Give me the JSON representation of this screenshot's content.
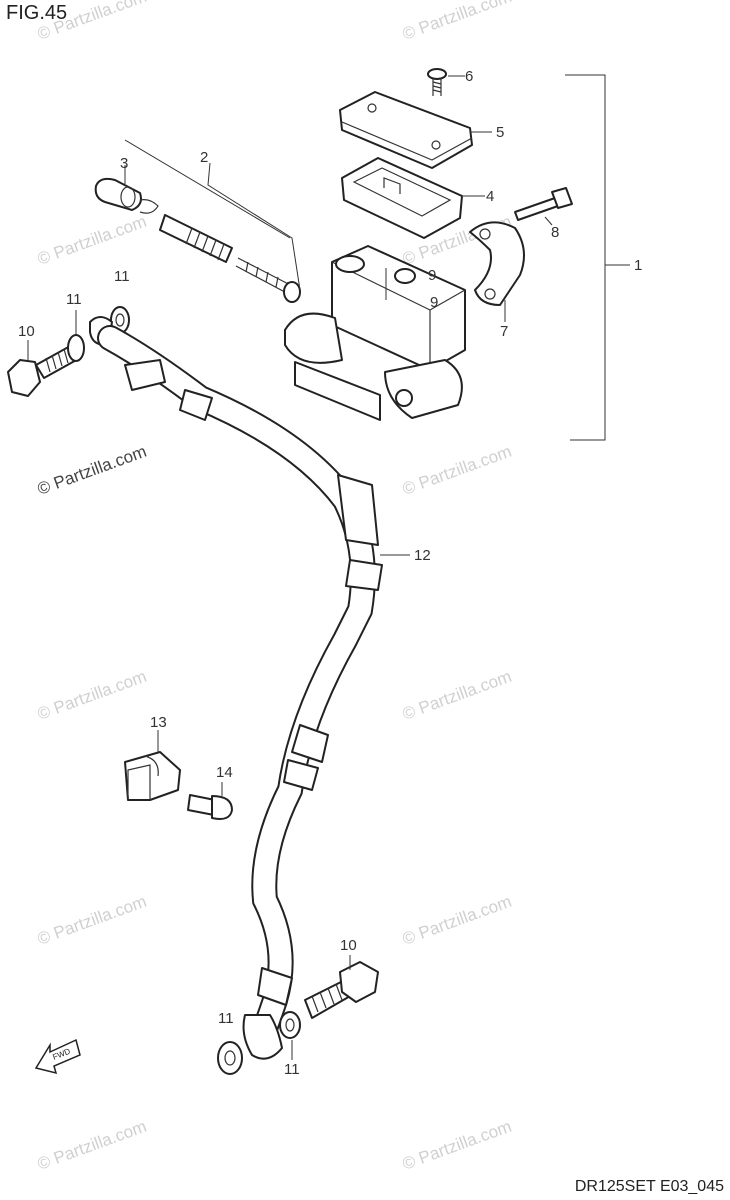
{
  "figure": {
    "title": "FIG.45",
    "code": "DR125SET E03_045"
  },
  "watermark": {
    "text": "© Partzilla.com"
  },
  "fwd_label": "FWD",
  "callouts": [
    {
      "id": "c1",
      "label": "1"
    },
    {
      "id": "c2",
      "label": "2"
    },
    {
      "id": "c3",
      "label": "3"
    },
    {
      "id": "c4",
      "label": "4"
    },
    {
      "id": "c5",
      "label": "5"
    },
    {
      "id": "c6",
      "label": "6"
    },
    {
      "id": "c7",
      "label": "7"
    },
    {
      "id": "c8",
      "label": "8"
    },
    {
      "id": "c9",
      "label": "9"
    },
    {
      "id": "c10a",
      "label": "10"
    },
    {
      "id": "c10b",
      "label": "10"
    },
    {
      "id": "c11a",
      "label": "11"
    },
    {
      "id": "c11b",
      "label": "11"
    },
    {
      "id": "c11c",
      "label": "11"
    },
    {
      "id": "c11d",
      "label": "11"
    },
    {
      "id": "c12",
      "label": "12"
    },
    {
      "id": "c13",
      "label": "13"
    },
    {
      "id": "c14",
      "label": "14"
    }
  ]
}
